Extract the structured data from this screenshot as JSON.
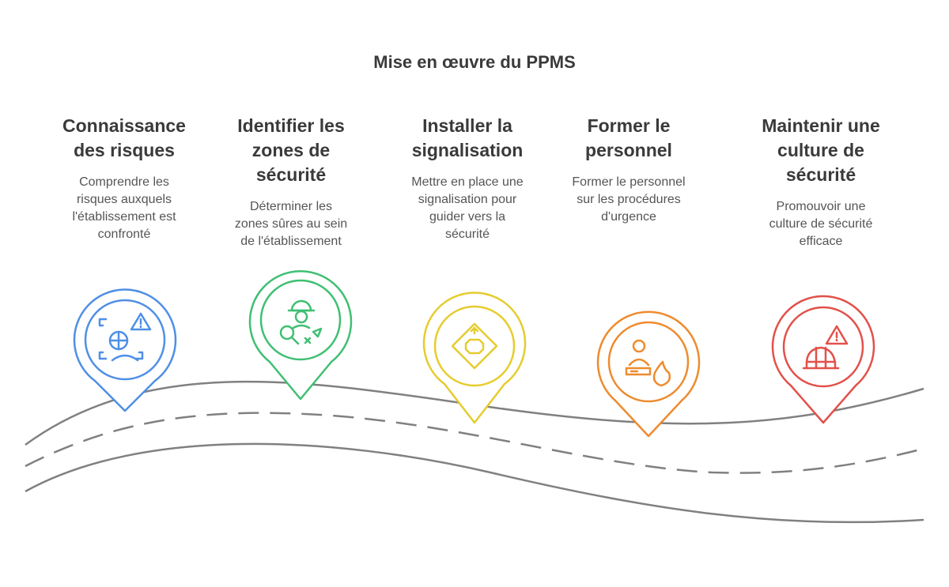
{
  "title": "Mise en œuvre du PPMS",
  "colors": {
    "text": "#3a3a3a",
    "road": "#808080",
    "step1": "#4f8fe6",
    "step2": "#3fbf72",
    "step3": "#e6cc2e",
    "step4": "#ee8b2e",
    "step5": "#e2514a"
  },
  "steps": [
    {
      "title_lines": [
        "Connaissance",
        "des risques"
      ],
      "description_lines": [
        "Comprendre les",
        "risques auxquels",
        "l'établissement est",
        "confronté"
      ],
      "icon": "risk-awareness-icon",
      "color": "#4f8fe6"
    },
    {
      "title_lines": [
        "Identifier les",
        "zones de",
        "sécurité"
      ],
      "description_lines": [
        "Déterminer les",
        "zones sûres au sein",
        "de l'établissement"
      ],
      "icon": "zone-search-icon",
      "color": "#3fbf72"
    },
    {
      "title_lines": [
        "Installer la",
        "signalisation"
      ],
      "description_lines": [
        "Mettre en place une",
        "signalisation pour",
        "guider vers la",
        "sécurité"
      ],
      "icon": "road-sign-icon",
      "color": "#e6cc2e"
    },
    {
      "title_lines": [
        "Former le",
        "personnel"
      ],
      "description_lines": [
        "Former le personnel",
        "sur les procédures",
        "d'urgence"
      ],
      "icon": "emergency-training-icon",
      "color": "#ee8b2e"
    },
    {
      "title_lines": [
        "Maintenir une",
        "culture de",
        "sécurité"
      ],
      "description_lines": [
        "Promouvoir une",
        "culture de sécurité",
        "efficace"
      ],
      "icon": "safety-culture-icon",
      "color": "#e2514a"
    }
  ]
}
